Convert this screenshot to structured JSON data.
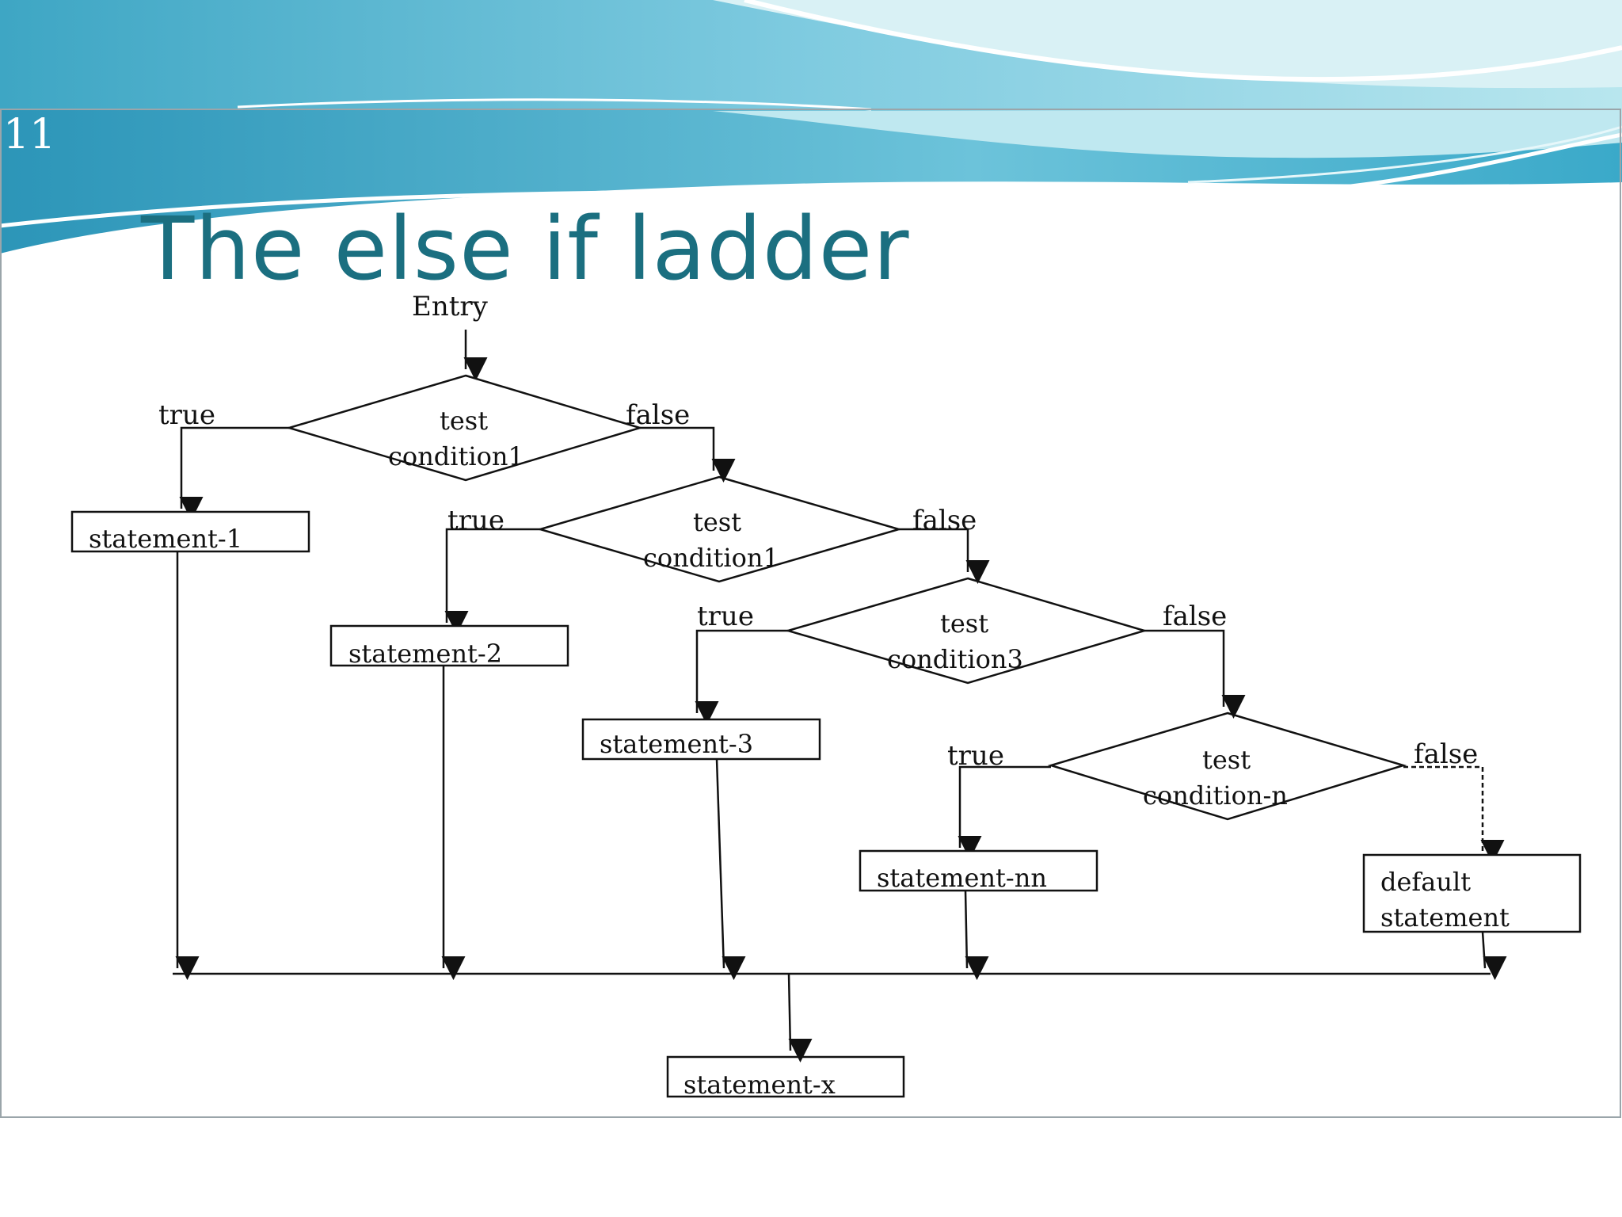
{
  "slide": {
    "number": "11",
    "title": "The else if ladder"
  },
  "flowchart": {
    "entry": "Entry",
    "conditions": [
      {
        "line1": "test",
        "line2": "condition1",
        "true_label": "true",
        "false_label": "false"
      },
      {
        "line1": "test",
        "line2": "condition1",
        "true_label": "true",
        "false_label": "false"
      },
      {
        "line1": "test",
        "line2": "condition3",
        "true_label": "true",
        "false_label": "false"
      },
      {
        "line1": "test",
        "line2": "condition-n",
        "true_label": "true",
        "false_label": "false"
      }
    ],
    "statements": [
      "statement-1",
      "statement-2",
      "statement-3",
      "statement-nn"
    ],
    "default_statement": {
      "line1": "default",
      "line2": "statement"
    },
    "exit_statement": "statement-x"
  },
  "colors": {
    "title": "#1b6f80",
    "banner_light": "#a9dde8",
    "banner_mid": "#5db9d0",
    "banner_dark": "#2a8fb0"
  }
}
